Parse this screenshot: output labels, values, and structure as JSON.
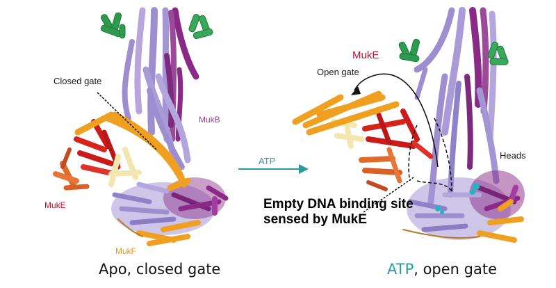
{
  "colors": {
    "mukb_light": "#9d8fcf",
    "mukb_dark": "#8a2a86",
    "mukb_label": "#9b3d9b",
    "muke_red": "#cc1a1a",
    "muke_orange": "#e06a2a",
    "muke_label": "#c8102e",
    "mukf": "#f0a020",
    "mukf_pale": "#f3e7b0",
    "green_domain": "#2e9a4e",
    "teal": "#2a9a9a",
    "atp_ligand": "#1fb6c0"
  },
  "left_panel": {
    "gate_label": "Closed gate",
    "mukb_label": "MukB",
    "muke_label": "MukE",
    "mukf_label": "MukF",
    "caption": "Apo, closed gate"
  },
  "transition": {
    "label": "ATP"
  },
  "right_panel": {
    "muke_label": "MukE",
    "gate_label": "Open gate",
    "heads_label": "Heads",
    "note": "Empty DNA binding site sensed by MukE",
    "caption_highlight": "ATP",
    "caption_rest": ", open gate"
  }
}
